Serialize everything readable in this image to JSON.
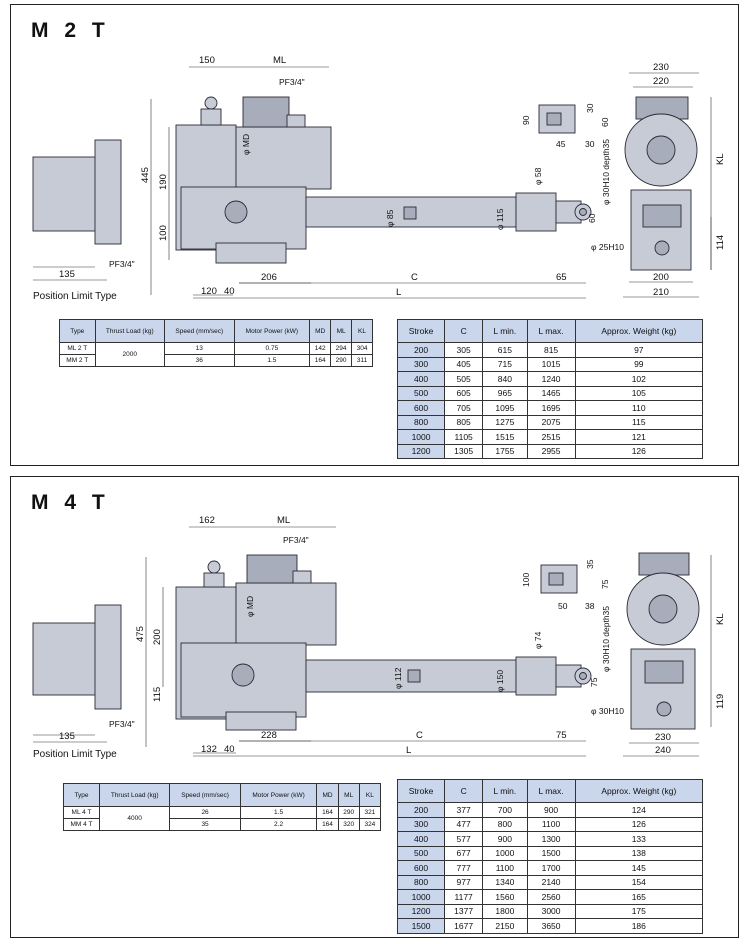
{
  "panels": [
    {
      "title": "M 2 T",
      "position_label": "Position Limit Type",
      "dims": {
        "d150": "150",
        "ml": "ML",
        "pf_top": "PF3/4\"",
        "md": "φ MD",
        "d445": "445",
        "d190": "190",
        "d100": "100",
        "pf_left": "PF3/4\"",
        "d135": "135",
        "d120": "120",
        "d40": "40",
        "d206": "206",
        "c": "C",
        "l": "L",
        "d65": "65",
        "rod": "φ 85",
        "tube": "φ 115",
        "eye": "φ 58",
        "d60": "60",
        "hole": "φ 25H10",
        "cl_90": "90",
        "cl_30a": "30",
        "cl_60": "60",
        "cl_45": "45",
        "cl_30b": "30",
        "depth": "φ 30H10 depth35",
        "d230": "230",
        "d220": "220",
        "kl": "KL",
        "d114": "114",
        "d200": "200",
        "d210": "210"
      },
      "spec_table": {
        "headers": [
          "Type",
          "Thrust Load (kg)",
          "Speed (mm/sec)",
          "Motor Power (kW)",
          "MD",
          "ML",
          "KL"
        ],
        "load": "2000",
        "rows": [
          {
            "type": "ML 2 T",
            "speed": "13",
            "power": "0.75",
            "md": "142",
            "ml": "294",
            "kl": "304"
          },
          {
            "type": "MM 2 T",
            "speed": "36",
            "power": "1.5",
            "md": "164",
            "ml": "290",
            "kl": "311"
          }
        ]
      },
      "stroke_table": {
        "headers": [
          "Stroke",
          "C",
          "L min.",
          "L max.",
          "Approx. Weight (kg)"
        ],
        "rows": [
          [
            "200",
            "305",
            "615",
            "815",
            "97"
          ],
          [
            "300",
            "405",
            "715",
            "1015",
            "99"
          ],
          [
            "400",
            "505",
            "840",
            "1240",
            "102"
          ],
          [
            "500",
            "605",
            "965",
            "1465",
            "105"
          ],
          [
            "600",
            "705",
            "1095",
            "1695",
            "110"
          ],
          [
            "800",
            "805",
            "1275",
            "2075",
            "115"
          ],
          [
            "1000",
            "1105",
            "1515",
            "2515",
            "121"
          ],
          [
            "1200",
            "1305",
            "1755",
            "2955",
            "126"
          ]
        ]
      }
    },
    {
      "title": "M 4 T",
      "position_label": "Position Limit Type",
      "dims": {
        "d150": "162",
        "ml": "ML",
        "pf_top": "PF3/4\"",
        "md": "φ MD",
        "d445": "475",
        "d190": "200",
        "d100": "115",
        "pf_left": "PF3/4\"",
        "d135": "135",
        "d120": "132",
        "d40": "40",
        "d206": "228",
        "c": "C",
        "l": "L",
        "d65": "75",
        "rod": "φ 112",
        "tube": "φ 150",
        "eye": "φ 74",
        "d60": "75",
        "hole": "φ 30H10",
        "cl_90": "100",
        "cl_30a": "35",
        "cl_60": "75",
        "cl_45": "50",
        "cl_30b": "38",
        "depth": "φ 30H10 depth35",
        "d230": "",
        "d220": "",
        "kl": "KL",
        "d114": "119",
        "d200": "230",
        "d210": "240"
      },
      "spec_table": {
        "headers": [
          "Type",
          "Thrust Load (kg)",
          "Speed (mm/sec)",
          "Motor Power (kW)",
          "MD",
          "ML",
          "KL"
        ],
        "load": "4000",
        "rows": [
          {
            "type": "ML 4 T",
            "speed": "26",
            "power": "1.5",
            "md": "164",
            "ml": "290",
            "kl": "321"
          },
          {
            "type": "MM 4 T",
            "speed": "35",
            "power": "2.2",
            "md": "164",
            "ml": "320",
            "kl": "324"
          }
        ]
      },
      "stroke_table": {
        "headers": [
          "Stroke",
          "C",
          "L min.",
          "L max.",
          "Approx. Weight (kg)"
        ],
        "rows": [
          [
            "200",
            "377",
            "700",
            "900",
            "124"
          ],
          [
            "300",
            "477",
            "800",
            "1100",
            "126"
          ],
          [
            "400",
            "577",
            "900",
            "1300",
            "133"
          ],
          [
            "500",
            "677",
            "1000",
            "1500",
            "138"
          ],
          [
            "600",
            "777",
            "1100",
            "1700",
            "145"
          ],
          [
            "800",
            "977",
            "1340",
            "2140",
            "154"
          ],
          [
            "1000",
            "1177",
            "1560",
            "2560",
            "165"
          ],
          [
            "1200",
            "1377",
            "1800",
            "3000",
            "175"
          ],
          [
            "1500",
            "1677",
            "2150",
            "3650",
            "186"
          ]
        ]
      }
    }
  ]
}
